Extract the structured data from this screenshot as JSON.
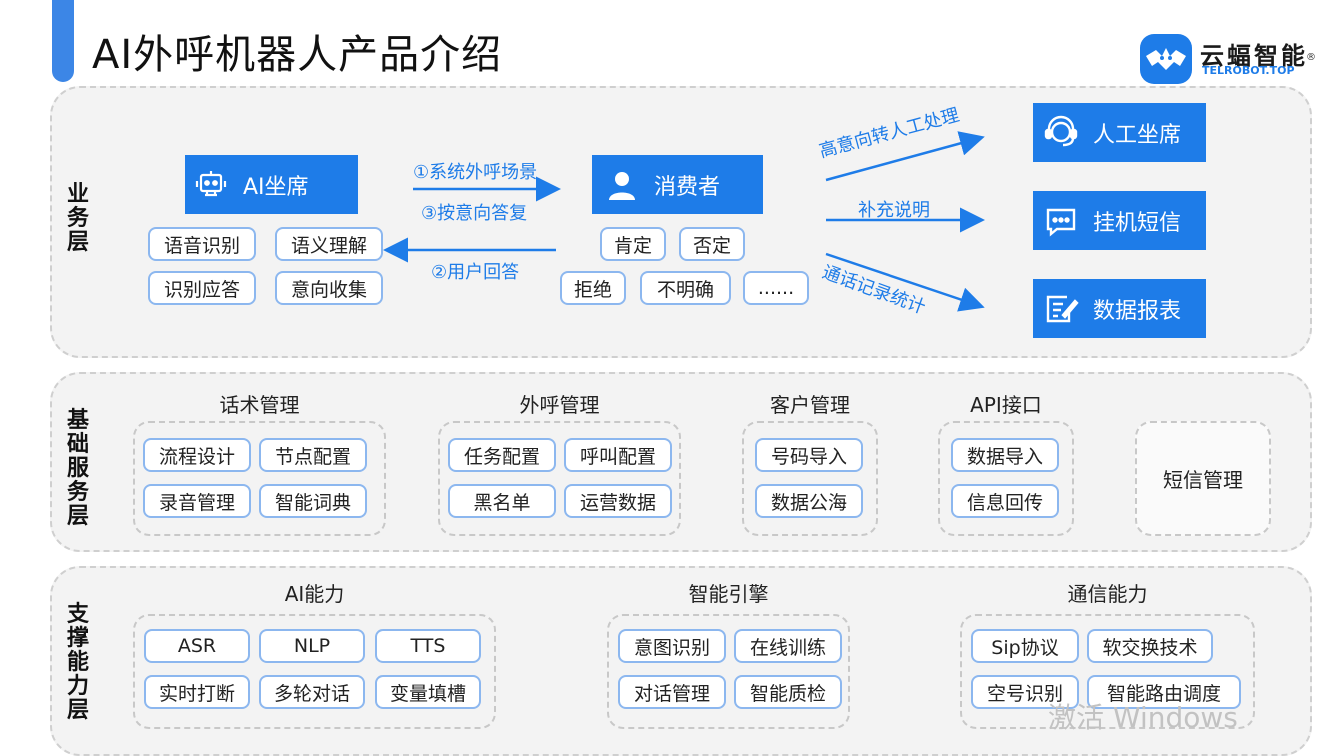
{
  "title": "AI外呼机器人产品介绍",
  "logo": {
    "cn": "云蝠智能",
    "en": "TELROBOT.TOP",
    "mark": "®",
    "icon": "bat-icon",
    "color": "#1e7ce8"
  },
  "colors": {
    "accent": "#1e7ce8",
    "chip_border": "#8cb7ef",
    "band_bg": "#f3f3f3"
  },
  "business": {
    "label": "业务层",
    "ai_seat": {
      "label": "AI坐席",
      "icon": "robot-icon",
      "chips": [
        "语音识别",
        "语义理解",
        "识别应答",
        "意向收集"
      ]
    },
    "arrows_right": [
      "①系统外呼场景",
      "③按意向答复"
    ],
    "arrow_left": "②用户回答",
    "consumer": {
      "label": "消费者",
      "icon": "person-icon",
      "chips": [
        "肯定",
        "否定",
        "拒绝",
        "不明确",
        "......"
      ]
    },
    "out_arrows": [
      "高意向转人工处理",
      "补充说明",
      "通话记录统计"
    ],
    "outputs": [
      {
        "label": "人工坐席",
        "icon": "headset-agent-icon"
      },
      {
        "label": "挂机短信",
        "icon": "chat-bubble-icon"
      },
      {
        "label": "数据报表",
        "icon": "report-edit-icon"
      }
    ]
  },
  "basic": {
    "label": "基础服务层",
    "groups": [
      {
        "title": "话术管理",
        "items": [
          "流程设计",
          "节点配置",
          "录音管理",
          "智能词典"
        ]
      },
      {
        "title": "外呼管理",
        "items": [
          "任务配置",
          "呼叫配置",
          "黑名单",
          "运营数据"
        ]
      },
      {
        "title": "客户管理",
        "items": [
          "号码导入",
          "数据公海"
        ]
      },
      {
        "title": "API接口",
        "items": [
          "数据导入",
          "信息回传"
        ]
      },
      {
        "title": "",
        "items": [
          "短信管理"
        ]
      }
    ]
  },
  "support": {
    "label": "支撑能力层",
    "groups": [
      {
        "title": "AI能力",
        "items": [
          "ASR",
          "NLP",
          "TTS",
          "实时打断",
          "多轮对话",
          "变量填槽"
        ]
      },
      {
        "title": "智能引擎",
        "items": [
          "意图识别",
          "在线训练",
          "对话管理",
          "智能质检"
        ]
      },
      {
        "title": "通信能力",
        "items": [
          "Sip协议",
          "软交换技术",
          "空号识别",
          "智能路由调度"
        ]
      }
    ]
  },
  "watermark": "激活 Windows"
}
